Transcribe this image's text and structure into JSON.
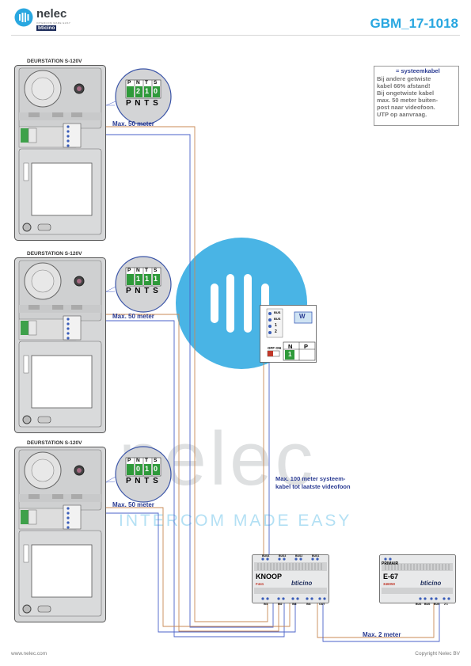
{
  "header": {
    "brand_name": "nelec",
    "tagline": "INTERCOM MADE EASY",
    "sub_brand": "bticino",
    "doc_code": "GBM_17-1018"
  },
  "legend": {
    "title": "= systeemkabel",
    "lines": [
      "Bij andere getwiste",
      "kabel 66% afstand!",
      "Bij ongetwiste kabel",
      "max. 50 meter buiten-",
      "post naar videofoon.",
      "UTP op aanvraag."
    ]
  },
  "door_stations": [
    {
      "title": "DEURSTATION S-120V",
      "dist_label": "Max. 50 meter",
      "dip_values": [
        "2",
        "1",
        "0"
      ],
      "dip_headers": [
        "P",
        "N",
        "T",
        "S"
      ],
      "dip_caption": "P N T S"
    },
    {
      "title": "DEURSTATION S-120V",
      "dist_label": "Max. 50 meter",
      "dip_values": [
        "1",
        "1",
        "1"
      ],
      "dip_headers": [
        "P",
        "N",
        "T",
        "S"
      ],
      "dip_caption": "P N T S"
    },
    {
      "title": "DEURSTATION S-120V",
      "dist_label": "Max. 50 meter",
      "dip_values": [
        "0",
        "1",
        "0"
      ],
      "dip_headers": [
        "P",
        "N",
        "T",
        "S"
      ],
      "dip_caption": "P N T S"
    }
  ],
  "videophone": {
    "w_label": "W",
    "term_labels": [
      "BUS",
      "BUS",
      "1",
      "2"
    ],
    "off_on": "OFF ON",
    "np_headers": [
      "N",
      "P"
    ],
    "np_values": [
      "1"
    ]
  },
  "system_cable_label": "Max. 100 meter systeem-\nkabel tot laatste videofoon",
  "knoop": {
    "name": "KNOOP",
    "part": "F441",
    "brand": "bticino",
    "top_terms": [
      "BUS4",
      "BUS3",
      "BUS2",
      "BUS1"
    ],
    "bottom_terms": [
      "IN1",
      "IN2",
      "IN3",
      "IN4",
      "OUT"
    ]
  },
  "primair": {
    "title": "PRIMAIR",
    "name": "E-67",
    "part": "346050",
    "brand": "bticino",
    "bottom_terms": [
      "BUS",
      "BUS",
      "BUS",
      "2 1"
    ]
  },
  "max2_label": "Max. 2 meter",
  "watermark": {
    "word": "nelec",
    "tagline": "INTERCOM MADE EASY"
  },
  "footer": {
    "left": "www.nelec.com",
    "right": "Copyright Nelec BV"
  },
  "colors": {
    "brand_blue": "#29a7e0",
    "label_navy": "#2b3c93",
    "cable_brown": "#c98a56",
    "cable_blue": "#4a62c9",
    "dip_green": "#2e9a3a"
  }
}
